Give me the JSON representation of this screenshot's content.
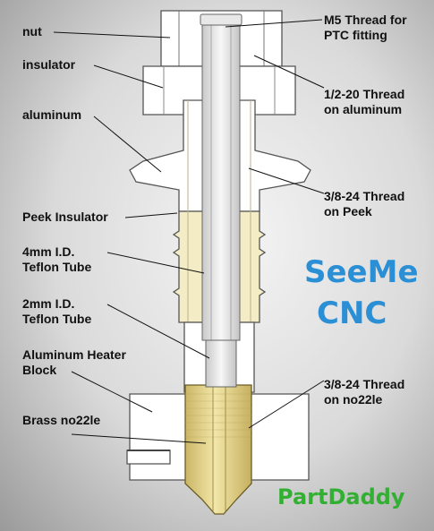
{
  "labels": {
    "nut": "nut",
    "insulator": "insulator",
    "aluminum": "aluminum",
    "peek_insulator": "Peek Insulator",
    "teflon4_l1": "4mm I.D.",
    "teflon4_l2": "Teflon Tube",
    "teflon2_l1": "2mm I.D.",
    "teflon2_l2": "Teflon Tube",
    "heater_l1": "Aluminum Heater",
    "heater_l2": "Block",
    "brass": "Brass no22le",
    "m5_l1": "M5 Thread for",
    "m5_l2": "PTC fitting",
    "half_l1": "1/2-20 Thread",
    "half_l2": "on aluminum",
    "peek_thread_l1": "3/8-24 Thread",
    "peek_thread_l2": "on Peek",
    "no22le_l1": "3/8-24 Thread",
    "no22le_l2": "on no22le"
  },
  "brand": {
    "seeme_l1": "SeeMe",
    "seeme_l2": "CNC",
    "partdaddy": "PartDaddy"
  },
  "colors": {
    "seeme": "#2b8fd6",
    "partdaddy": "#33b033",
    "peek": "#f3ecc4",
    "brass": "#e2d28a"
  }
}
